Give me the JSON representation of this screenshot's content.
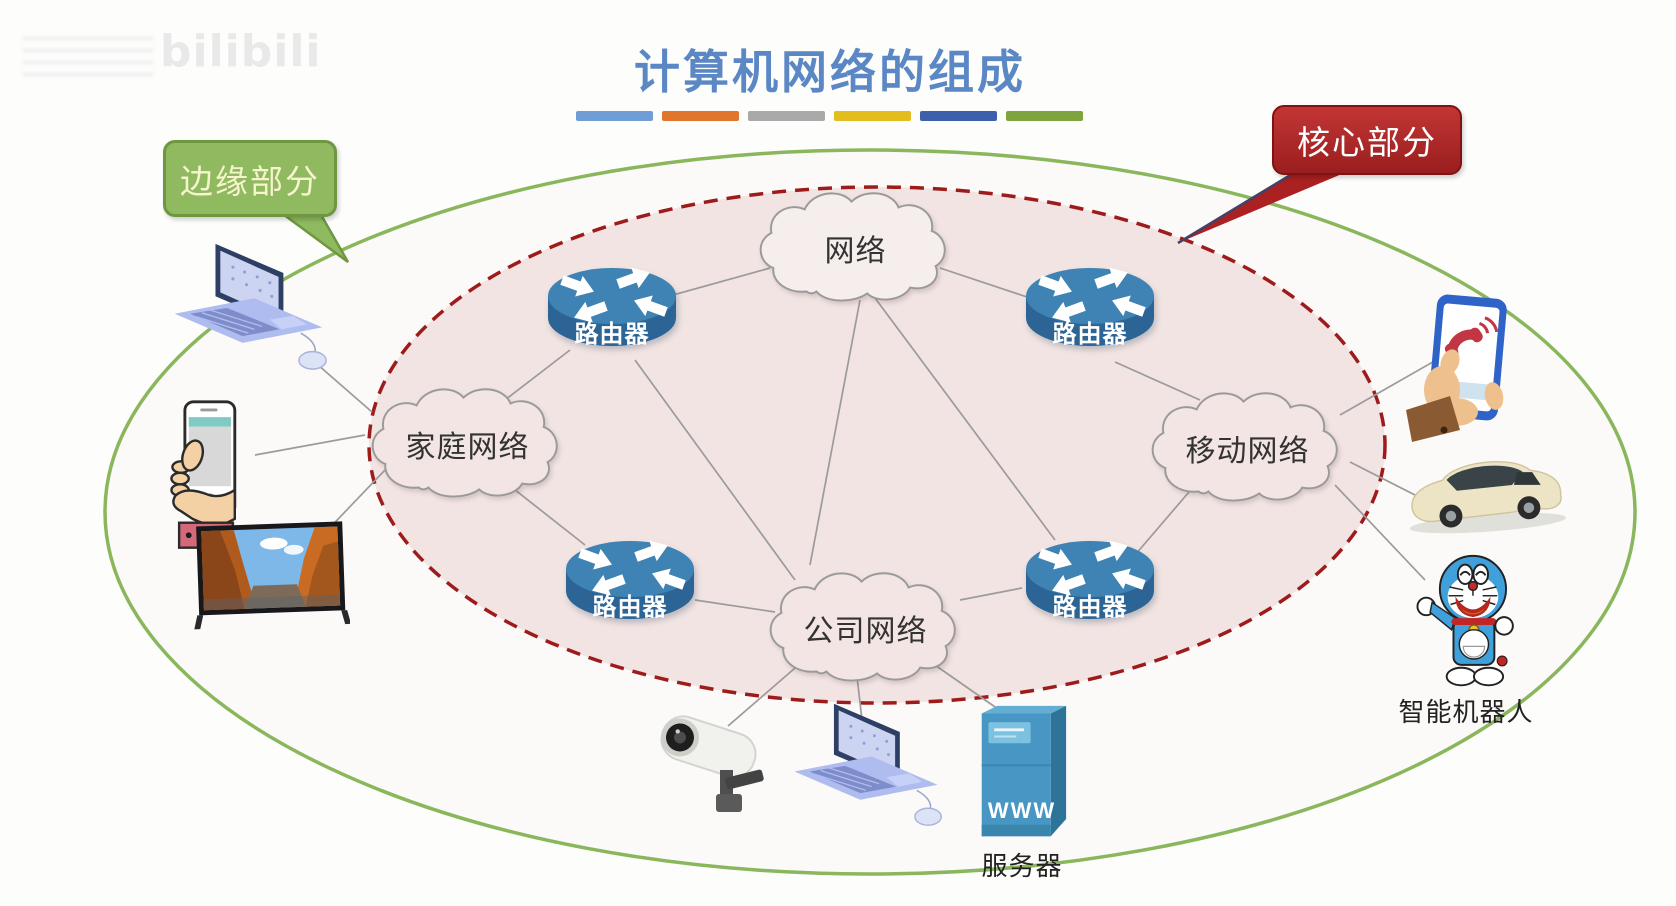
{
  "watermark": {
    "bilibili": "bilibili"
  },
  "title": "计算机网络的组成",
  "divider_colors": [
    "#6f9ed6",
    "#e0752c",
    "#a9a9a9",
    "#e3bc1d",
    "#3e5fac",
    "#7fa43e"
  ],
  "callouts": {
    "edge": "边缘部分",
    "core": "核心部分"
  },
  "clouds": {
    "internet": "网络",
    "home": "家庭网络",
    "mobile": "移动网络",
    "company": "公司网络"
  },
  "router_label": "路由器",
  "devices": {
    "server_text": "WWW",
    "server_label": "服务器",
    "robot_label": "智能机器人"
  },
  "colors": {
    "title": "#5b87c5",
    "outer_ring": "#8ab65c",
    "core_fill": "#f1e4e2",
    "core_border": "#9e1b1b",
    "edge_callout": "#8fba5f",
    "core_callout": "#b02424"
  }
}
